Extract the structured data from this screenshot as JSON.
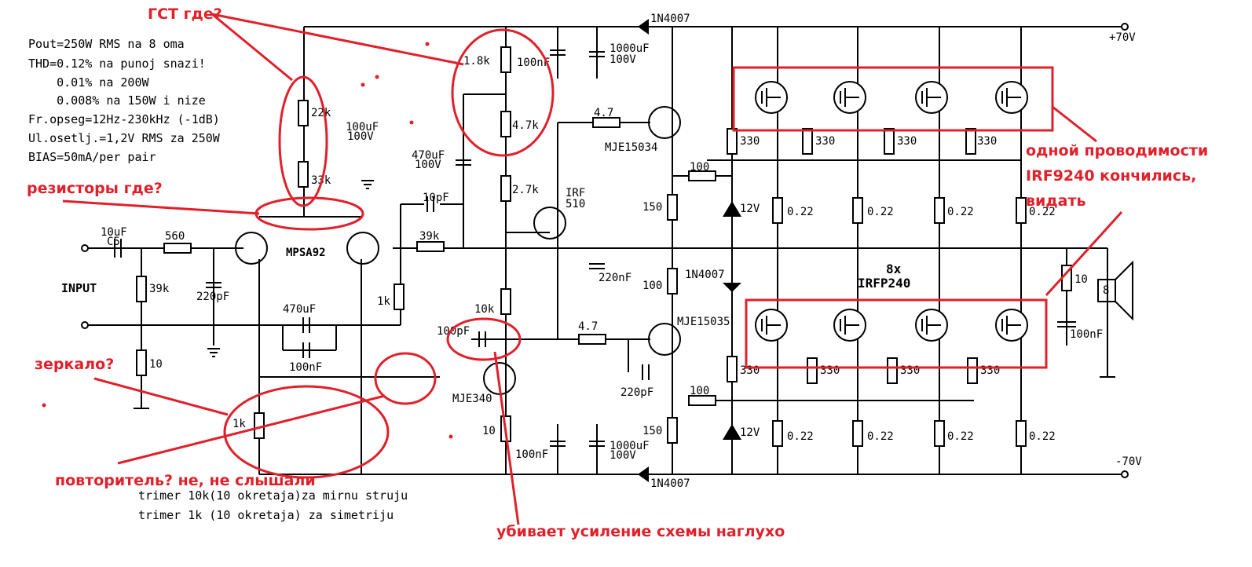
{
  "specs": [
    "Pout=250W RMS na 8 oma",
    "THD=0.12% na punoj snazi!",
    "    0.01% na 200W",
    "    0.008% na 150W i nize",
    "Fr.opseg=12Hz-230kHz (-1dB)",
    "Ul.osetlj.=1,2V RMS za 250W",
    "BIAS=50mA/per pair"
  ],
  "footer_notes": [
    "trimer 10k(10 okretaja)za mirnu struju",
    "trimer 1k (10 okretaja) za simetriju"
  ],
  "rails": {
    "pos": "+70V",
    "neg": "-70V"
  },
  "labels": {
    "input": "INPUT",
    "c5": "C5",
    "c5_val": "10uF",
    "r560": "560",
    "r39k_in": "39k",
    "c220pf_in": "220pF",
    "r10_in": "10",
    "c470_fb": "470uF",
    "c100n_fb": "100nF",
    "mpsa92": "MPSA92",
    "r22k": "22k",
    "r33k": "33k",
    "c100u_vas": "100uF",
    "c100u_vas_v": "100V",
    "c470u_bs": "470uF",
    "c470u_bs_v": "100V",
    "r18k": "1.8k",
    "r47k": "4.7k",
    "r27k": "2.7k",
    "c100n_top": "100nF",
    "c1000_top": "1000uF",
    "c1000_top_v": "100V",
    "c10pf": "10pF",
    "r39k_fb": "39k",
    "r1k_mid": "1k",
    "irf": "IRF",
    "irf510": "510",
    "c220n": "220nF",
    "r10k_trim": "10k",
    "c100pf": "100pF",
    "mje340": "MJE340",
    "r10_vas": "10",
    "c100n_bot": "100nF",
    "c1000_bot": "1000uF",
    "c1000_bot_v": "100V",
    "d_top": "1N4007",
    "d_mid": "1N4007",
    "d_bot": "1N4007",
    "r47_top": "4.7",
    "r47_bot": "4.7",
    "mje15034": "MJE15034",
    "mje15035": "MJE15035",
    "r100_top": "100",
    "r150_top": "150",
    "r100_mid": "100",
    "r100_bot": "100",
    "r150_bot": "150",
    "z12_top": "12V",
    "z12_bot": "12V",
    "c220pf_drv": "220pF",
    "r1k_trim": "1k",
    "gate_r": "330",
    "emit_r": "0.22",
    "mos_count": "8x",
    "mos_type": "IRFP240",
    "r10_zob": "10",
    "c100n_zob": "100nF",
    "speaker": "8"
  },
  "annotations": {
    "gst": "ГСТ где?",
    "resistors": "резисторы где?",
    "mirror": "зеркало?",
    "follower": "повторитель? не, не слышали",
    "kills_gain": "убивает усиление схемы наглухо",
    "one_conductivity": "одной проводимости",
    "irf9240": "IRF9240 кончились,",
    "apparently": "видать"
  },
  "colors": {
    "wire": "#000000",
    "annotation": "#e0202a",
    "rail_label": "#000000"
  }
}
